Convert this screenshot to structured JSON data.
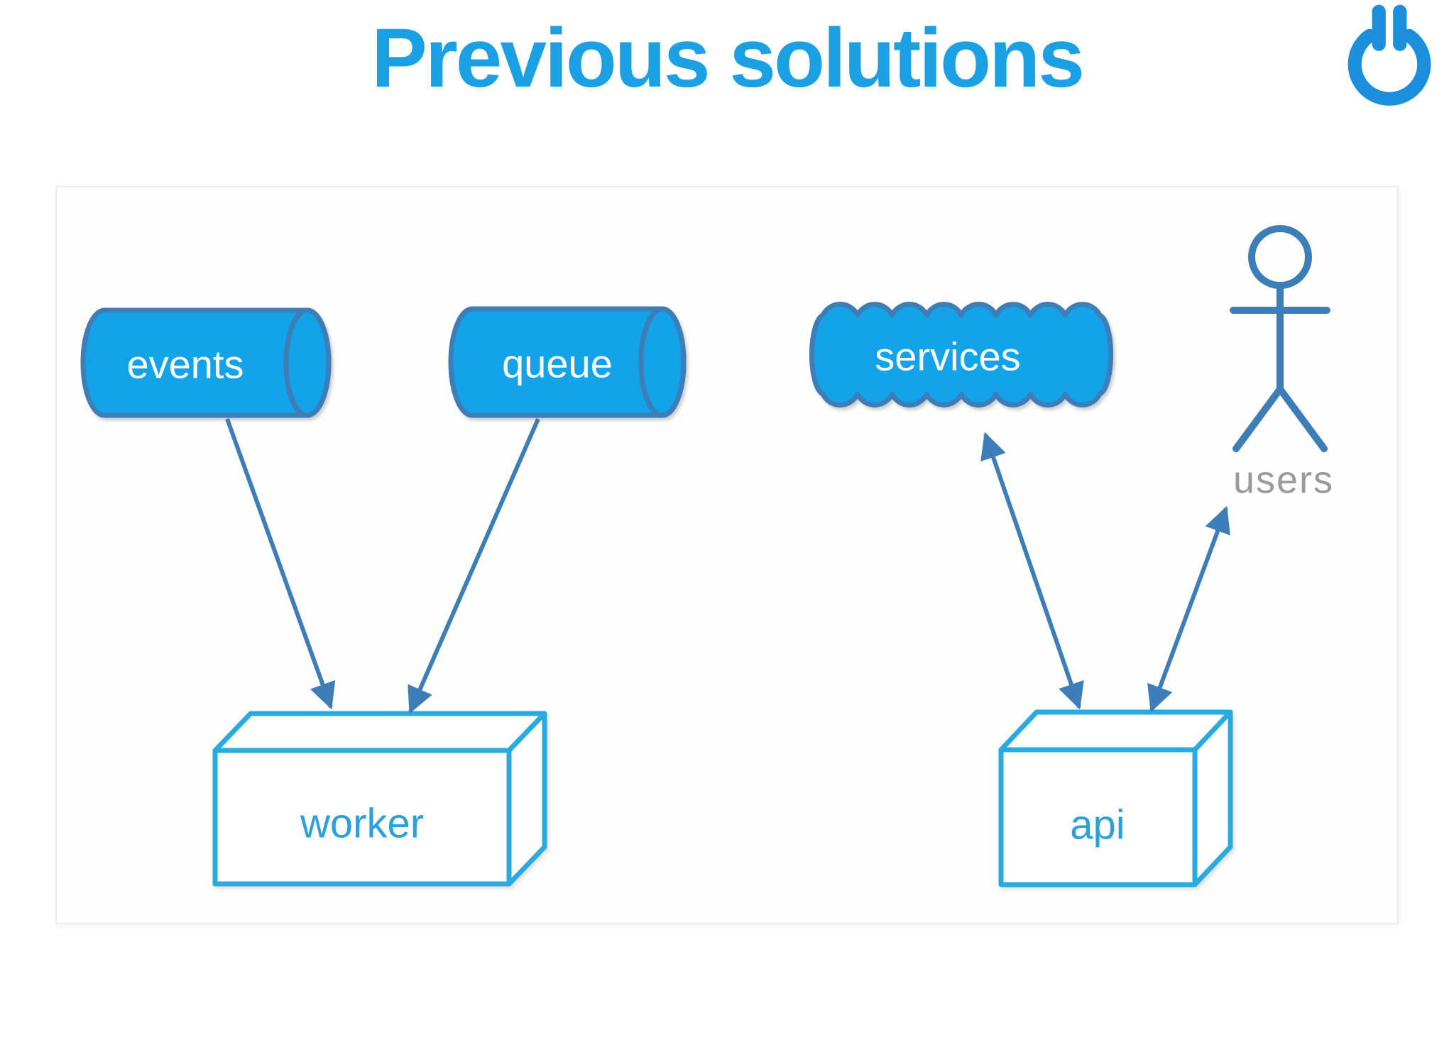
{
  "page": {
    "title": "Previous solutions",
    "colors": {
      "background": "#ffffff",
      "accent_blue": "#1aa0e3",
      "logo_blue": "#1b8fdb",
      "node_fill": "#13a3e8",
      "node_stroke": "#3d7eb8",
      "box_stroke": "#29abe2",
      "box_label": "#2ba0da",
      "users_label": "#9a9a9a",
      "edge": "#3d7eb8",
      "panel_border": "#ececec"
    }
  },
  "logo": {
    "name": "power-pause-logo",
    "color": "#1b8fdb"
  },
  "diagram": {
    "panel": {
      "background": "#fefefe",
      "border_color": "#ececec"
    },
    "nodes": {
      "events": {
        "label": "events",
        "shape": "cylinder"
      },
      "queue": {
        "label": "queue",
        "shape": "cylinder"
      },
      "services": {
        "label": "services",
        "shape": "cloud"
      },
      "users": {
        "label": "users",
        "shape": "actor"
      },
      "worker": {
        "label": "worker",
        "shape": "box3d"
      },
      "api": {
        "label": "api",
        "shape": "box3d"
      }
    },
    "edges": [
      {
        "from": "events",
        "to": "worker",
        "arrows": "end"
      },
      {
        "from": "queue",
        "to": "worker",
        "arrows": "end"
      },
      {
        "from": "services",
        "to": "api",
        "arrows": "both"
      },
      {
        "from": "users",
        "to": "api",
        "arrows": "both"
      }
    ]
  }
}
